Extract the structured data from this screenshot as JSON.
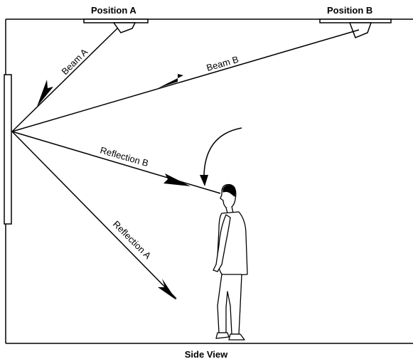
{
  "diagram": {
    "labels": {
      "position_a": "Position A",
      "position_b": "Position B",
      "beam_a": "Beam A",
      "beam_b": "Beam B",
      "reflection_a": "Reflection A",
      "reflection_b": "Reflection B",
      "caption": "Side View"
    },
    "colors": {
      "line": "#000000",
      "background": "#ffffff"
    }
  }
}
